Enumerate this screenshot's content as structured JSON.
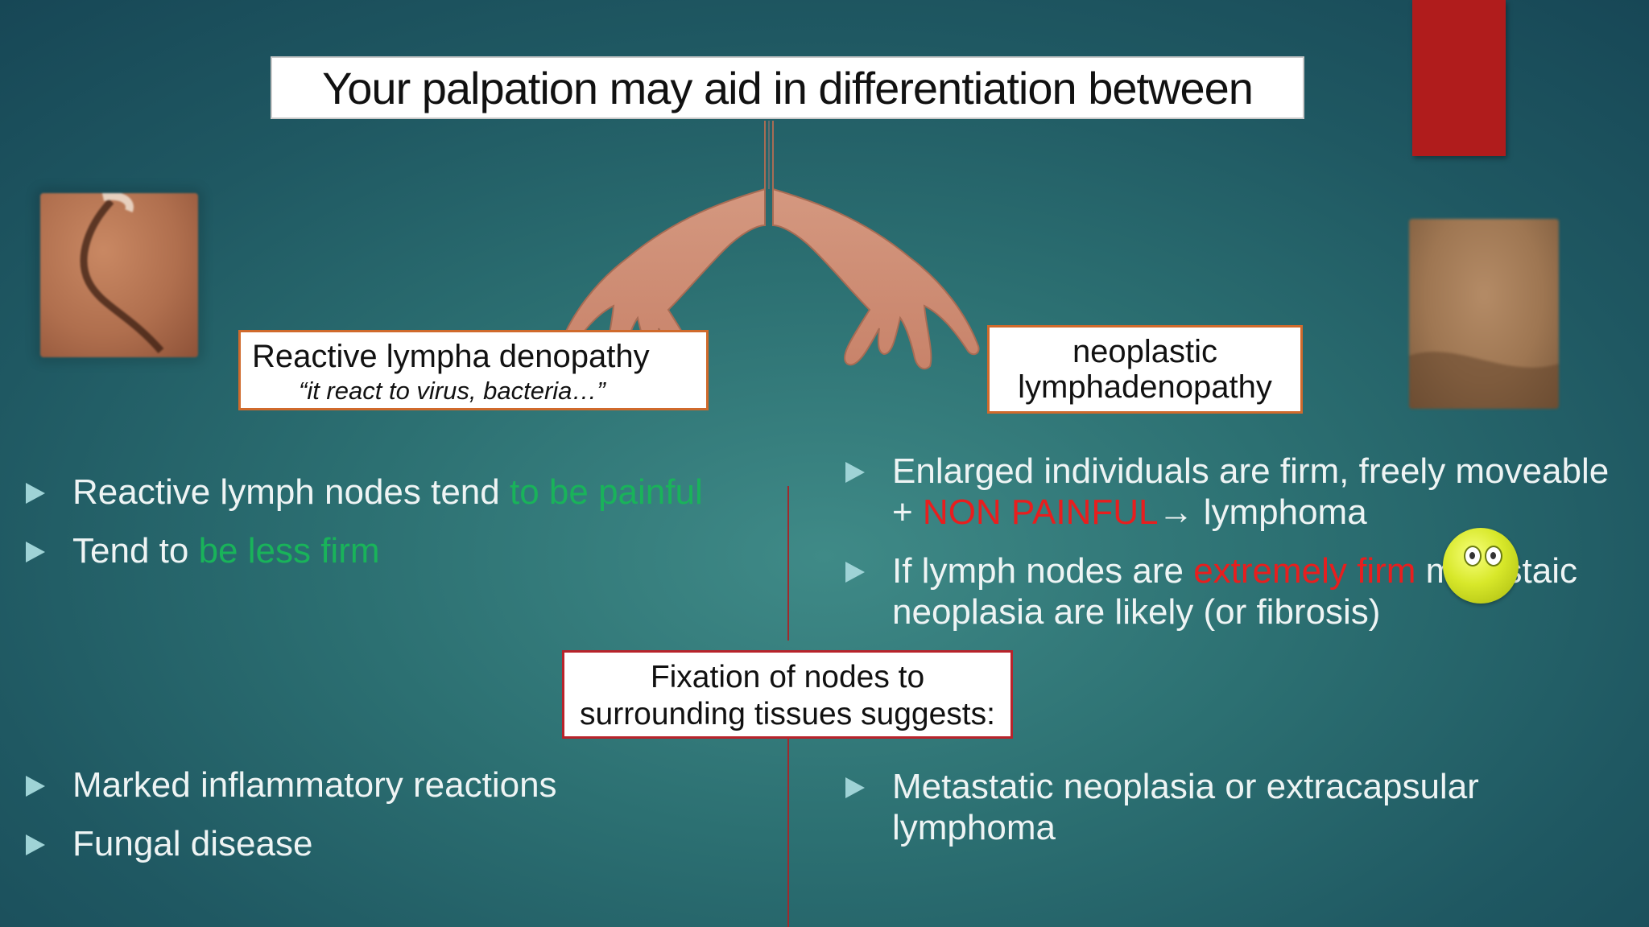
{
  "slide": {
    "title": "Your palpation may aid in differentiation between",
    "left_label": {
      "line1": "Reactive lympha  denopathy",
      "line2": "“it react to virus, bacteria…”"
    },
    "right_label": {
      "line1": "neoplastic",
      "line2": "lymphadenopathy"
    },
    "left_bullets": {
      "b1_text": "Reactive lymph nodes tend ",
      "b1_highlight": "to be painful",
      "b2_text": "Tend to ",
      "b2_highlight": "be less firm"
    },
    "right_bullets": {
      "b1_text": "Enlarged individuals are firm, freely moveable",
      "b1_line2_prefix": "+ ",
      "b1_highlight": "NON PAINFUL",
      "b1_suffix": "→ lymphoma",
      "b2_text": "If lymph nodes are ",
      "b2_highlight": "extremely firm",
      "b2_suffix": " metastaic",
      "b2_line2": "neoplasia are likely (or fibrosis)"
    },
    "fixation_box": {
      "line1": "Fixation of nodes to",
      "line2": "surrounding tissues suggests:"
    },
    "bottom_left_bullets": [
      "Marked inflammatory reactions",
      "Fungal disease"
    ],
    "bottom_right_bullets": {
      "line1": "Metastatic neoplasia or extracapsular",
      "line2": "lymphoma"
    },
    "colors": {
      "highlight_green": "#19b35a",
      "highlight_red": "#e81e1e",
      "accent_bar": "#b01c1c"
    }
  }
}
